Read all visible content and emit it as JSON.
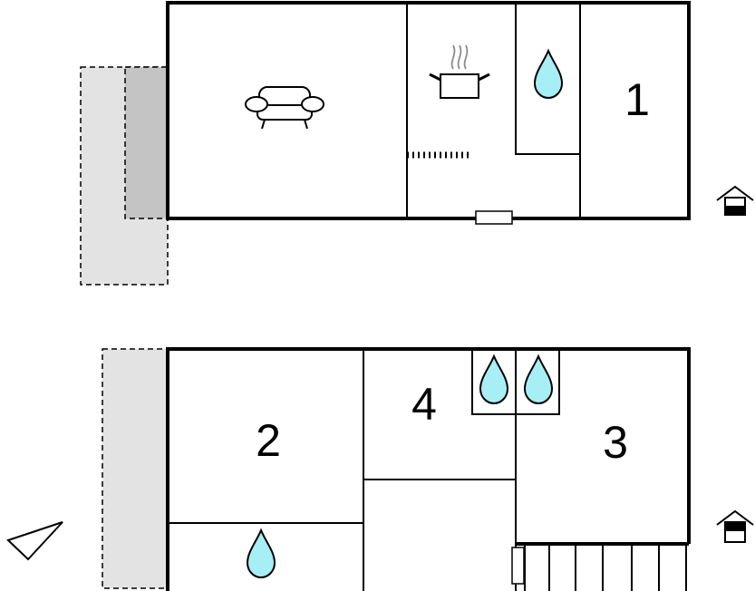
{
  "floor_plan": {
    "upper_floor": {
      "rooms": [
        {
          "id": "living",
          "icon": "sofa-icon"
        },
        {
          "id": "kitchen",
          "icon": "cooking-pot-icon"
        },
        {
          "id": "shower",
          "icon": "water-drop-icon"
        },
        {
          "id": "bedroom-1",
          "label": "1"
        }
      ],
      "entrance_icon": "house-entrance-icon",
      "terrace_colors": {
        "light": "#e3e3e3",
        "dark": "#c4c4c4"
      }
    },
    "lower_floor": {
      "rooms": [
        {
          "id": "bedroom-2",
          "label": "2"
        },
        {
          "id": "bedroom-4",
          "label": "4"
        },
        {
          "id": "bedroom-3",
          "label": "3"
        },
        {
          "id": "bathroom-lower",
          "icon": "water-drop-icon"
        },
        {
          "id": "double-shower",
          "icon": "water-drop-icon"
        }
      ],
      "entrance_icon": "house-entrance-icon",
      "stairs": "staircase"
    },
    "north_arrow_icon": "direction-arrow-icon",
    "colors": {
      "water": "#a8eef5",
      "terrace": "#e3e3e3",
      "wall": "#000000"
    }
  }
}
